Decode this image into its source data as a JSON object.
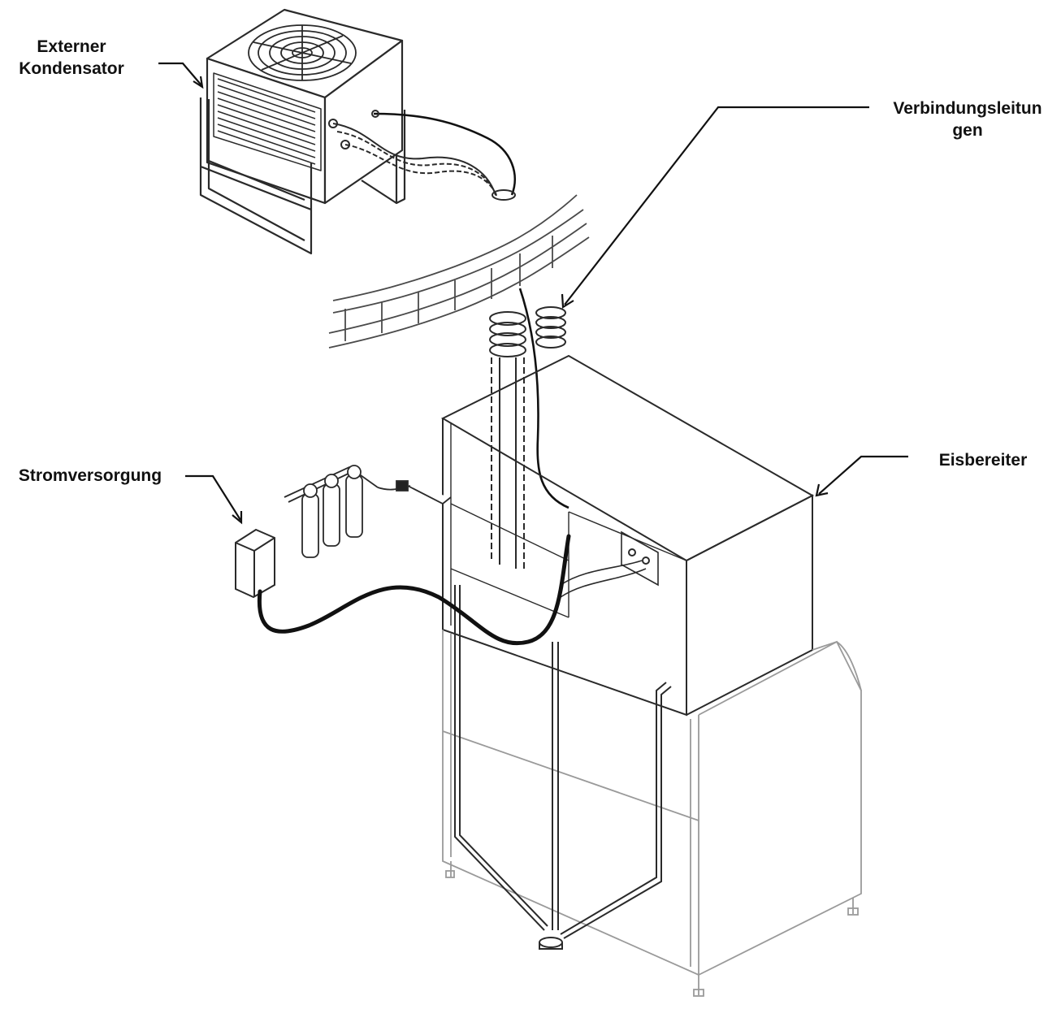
{
  "labels": {
    "condenser_line1": "Externer",
    "condenser_line2": "Kondensator",
    "lines_line1": "Verbindungsleitun",
    "lines_line2": "gen",
    "ice_maker": "Eisbereiter",
    "power_supply": "Stromversorgung"
  },
  "colors": {
    "line": "#2a2a2a",
    "light_line": "#9a9a9a",
    "cable": "#111111",
    "text": "#111111"
  }
}
